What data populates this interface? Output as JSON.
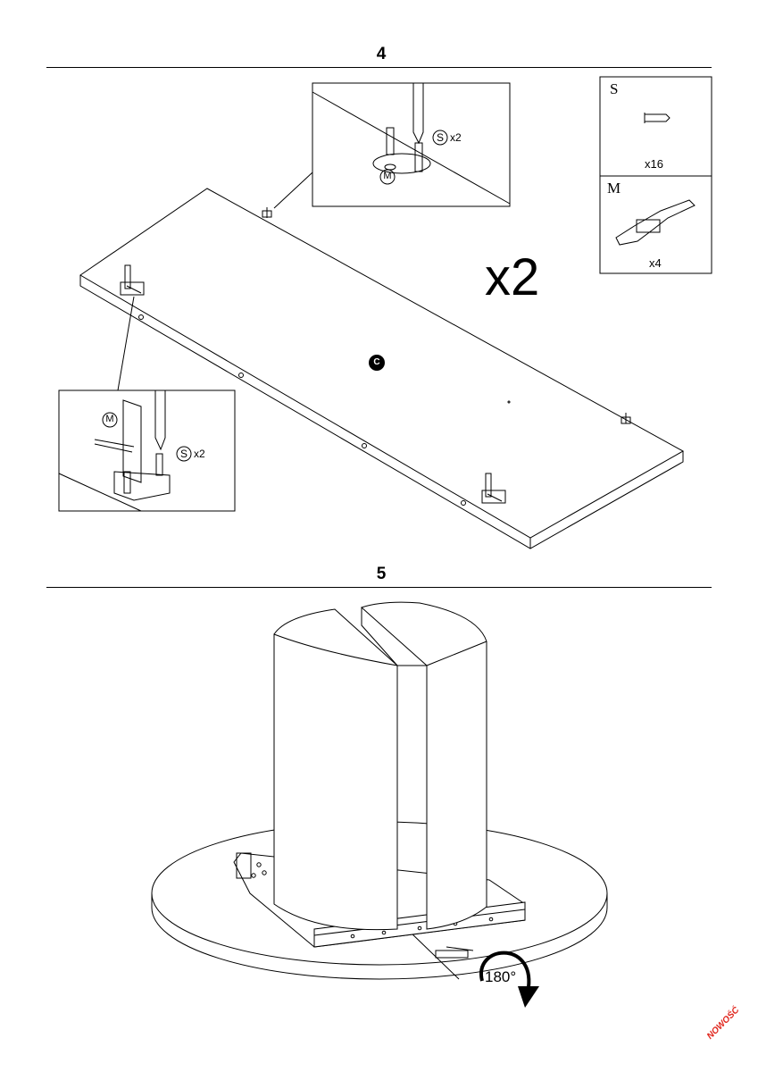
{
  "step4": {
    "number": "4",
    "multiplier": "x2",
    "panel_label": "C",
    "detail_top": {
      "part": "M",
      "screw": "S",
      "qty": "x2"
    },
    "detail_left": {
      "part": "M",
      "screw": "S",
      "qty": "x2"
    }
  },
  "parts": [
    {
      "letter": "S",
      "qty": "x16",
      "icon": "screw-icon"
    },
    {
      "letter": "M",
      "qty": "x4",
      "icon": "bracket-icon"
    }
  ],
  "step5": {
    "number": "5",
    "rotation": "180°"
  },
  "watermark": "NOWOŚĆ",
  "colors": {
    "line": "#000000",
    "watermark": "#e0241b"
  }
}
